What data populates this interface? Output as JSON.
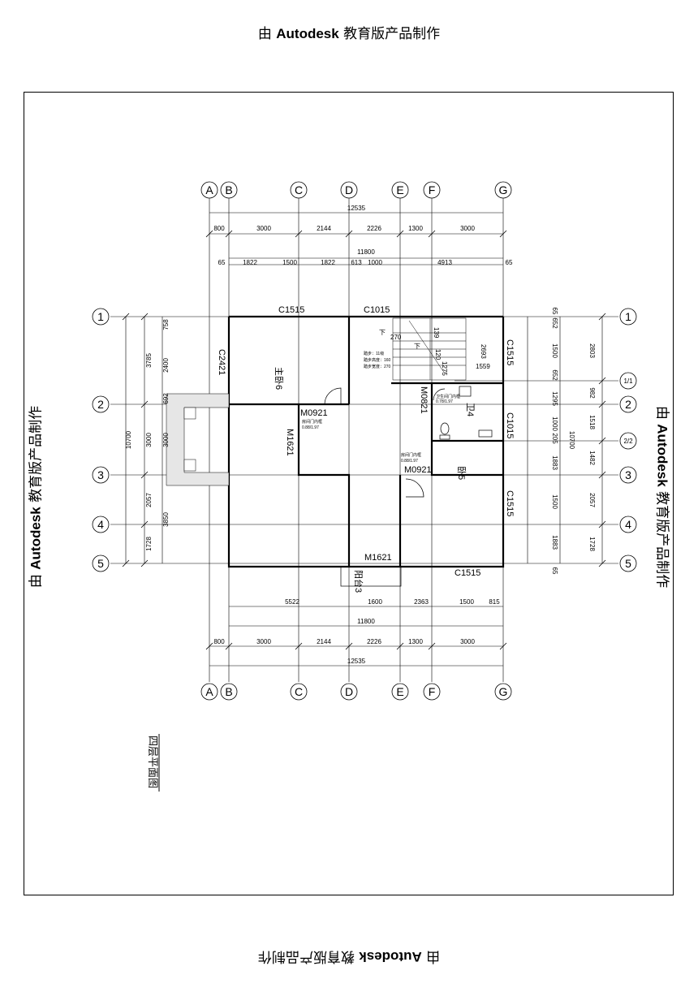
{
  "watermark": {
    "prefix": "由 ",
    "brand": "Autodesk",
    "suffix": " 教育版产品制作"
  },
  "drawing": {
    "title": "四层平面图",
    "axes_columns": [
      "A",
      "B",
      "C",
      "D",
      "E",
      "F",
      "G"
    ],
    "axes_rows": [
      "1",
      "2",
      "3",
      "4",
      "5"
    ],
    "axes_rows_extra": [
      "1/1",
      "2/2"
    ],
    "dims_top_total": "12535",
    "dims_top_segments": [
      "800",
      "3000",
      "2144",
      "2226",
      "1300",
      "3000"
    ],
    "dims_top_inner_total": "11800",
    "dims_top_inner_segments": [
      "65",
      "1822",
      "1500",
      "1822",
      "613",
      "1000",
      "4913",
      "65"
    ],
    "dims_bottom_inner_segments": [
      "5522",
      "1600",
      "2363",
      "1500",
      "815"
    ],
    "dims_bottom_inner_total": "11800",
    "dims_bottom_segments": [
      "800",
      "3000",
      "2144",
      "2226",
      "1300",
      "3000"
    ],
    "dims_bottom_total": "12535",
    "dims_left_total": "10700",
    "dims_left_mid": [
      "3785",
      "3000",
      "2057",
      "1728"
    ],
    "dims_left_inner": [
      "758",
      "2400",
      "692",
      "3000",
      "3850"
    ],
    "dims_right_total": "10700",
    "dims_right_outer": [
      "2803",
      "982",
      "1518",
      "1482",
      "2057",
      "1728"
    ],
    "dims_right_inner": [
      "65",
      "652",
      "1500",
      "652",
      "1295",
      "1000",
      "205",
      "1883",
      "1500",
      "1883",
      "65"
    ],
    "windows": [
      "C1515",
      "C1015",
      "C2421",
      "C1515",
      "C1015",
      "C1515",
      "C1515"
    ],
    "doors": [
      "M0921",
      "M1621",
      "M0921",
      "M0821",
      "M1621"
    ],
    "rooms": [
      "主卧6",
      "卧5",
      "卫4",
      "阳台3"
    ],
    "door_notes": [
      "房间门内框",
      "0.88/1.97",
      "房间门内框",
      "0.88/1.97",
      "卫生间门内框",
      "0.78/1.97"
    ],
    "stair_notes": [
      "踏步：11级",
      "踏步高度：160",
      "踏步宽度：270",
      "下",
      "下",
      "270",
      "139",
      "2693",
      "1275",
      "1559",
      "120"
    ]
  }
}
